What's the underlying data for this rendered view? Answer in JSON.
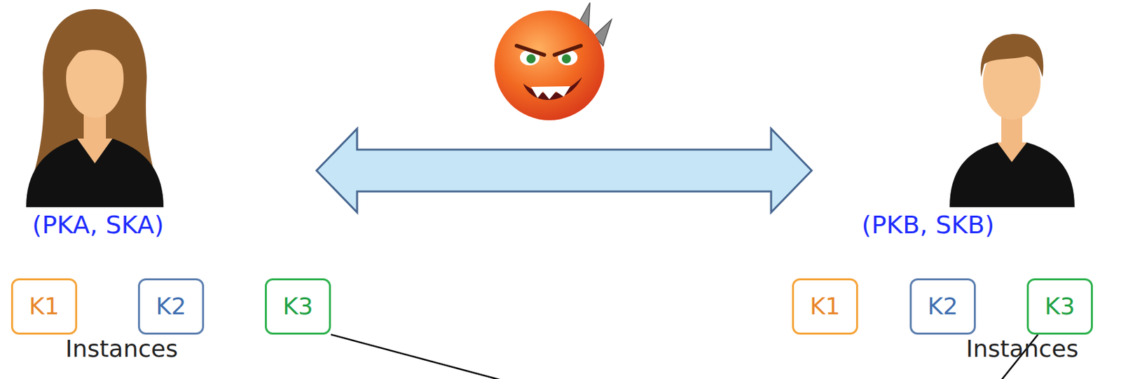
{
  "diagram": {
    "nodes": [
      {
        "text": [
          "K1"
        ]
      },
      {
        "text": [
          "K2"
        ]
      },
      {
        "text": [
          "K3"
        ]
      },
      {
        "text": [
          "K1"
        ]
      },
      {
        "text": [
          "K2"
        ]
      },
      {
        "text": [
          "K3"
        ]
      }
    ],
    "labels": [
      "(PKA, SKA)",
      "(PKB, SKB)",
      "Instances",
      "Instances"
    ]
  }
}
